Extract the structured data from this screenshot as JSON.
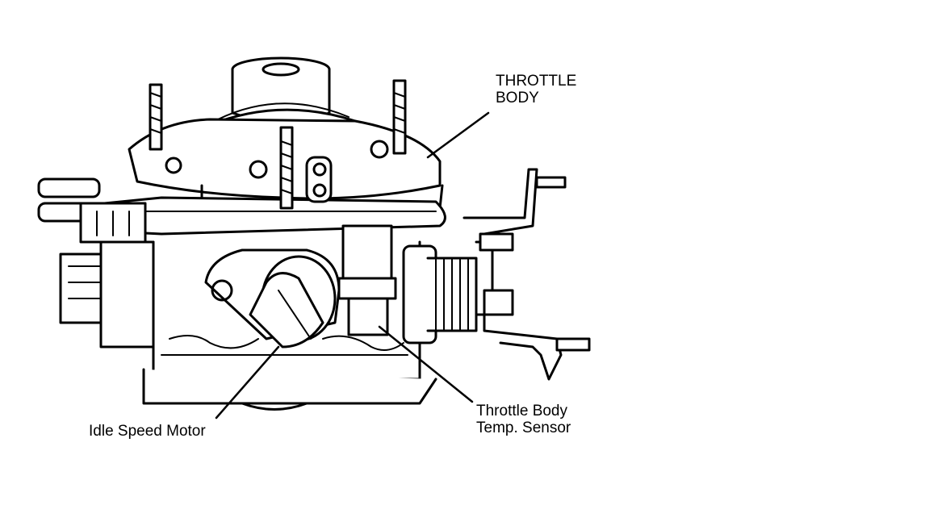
{
  "labels": {
    "throttle_body": [
      "THROTTLE",
      "BODY"
    ],
    "idle_speed_motor": "Idle Speed Motor",
    "temp_sensor": [
      "Throttle Body",
      "Temp. Sensor"
    ]
  },
  "colors": {
    "ink": "#000000",
    "paper": "#ffffff"
  }
}
